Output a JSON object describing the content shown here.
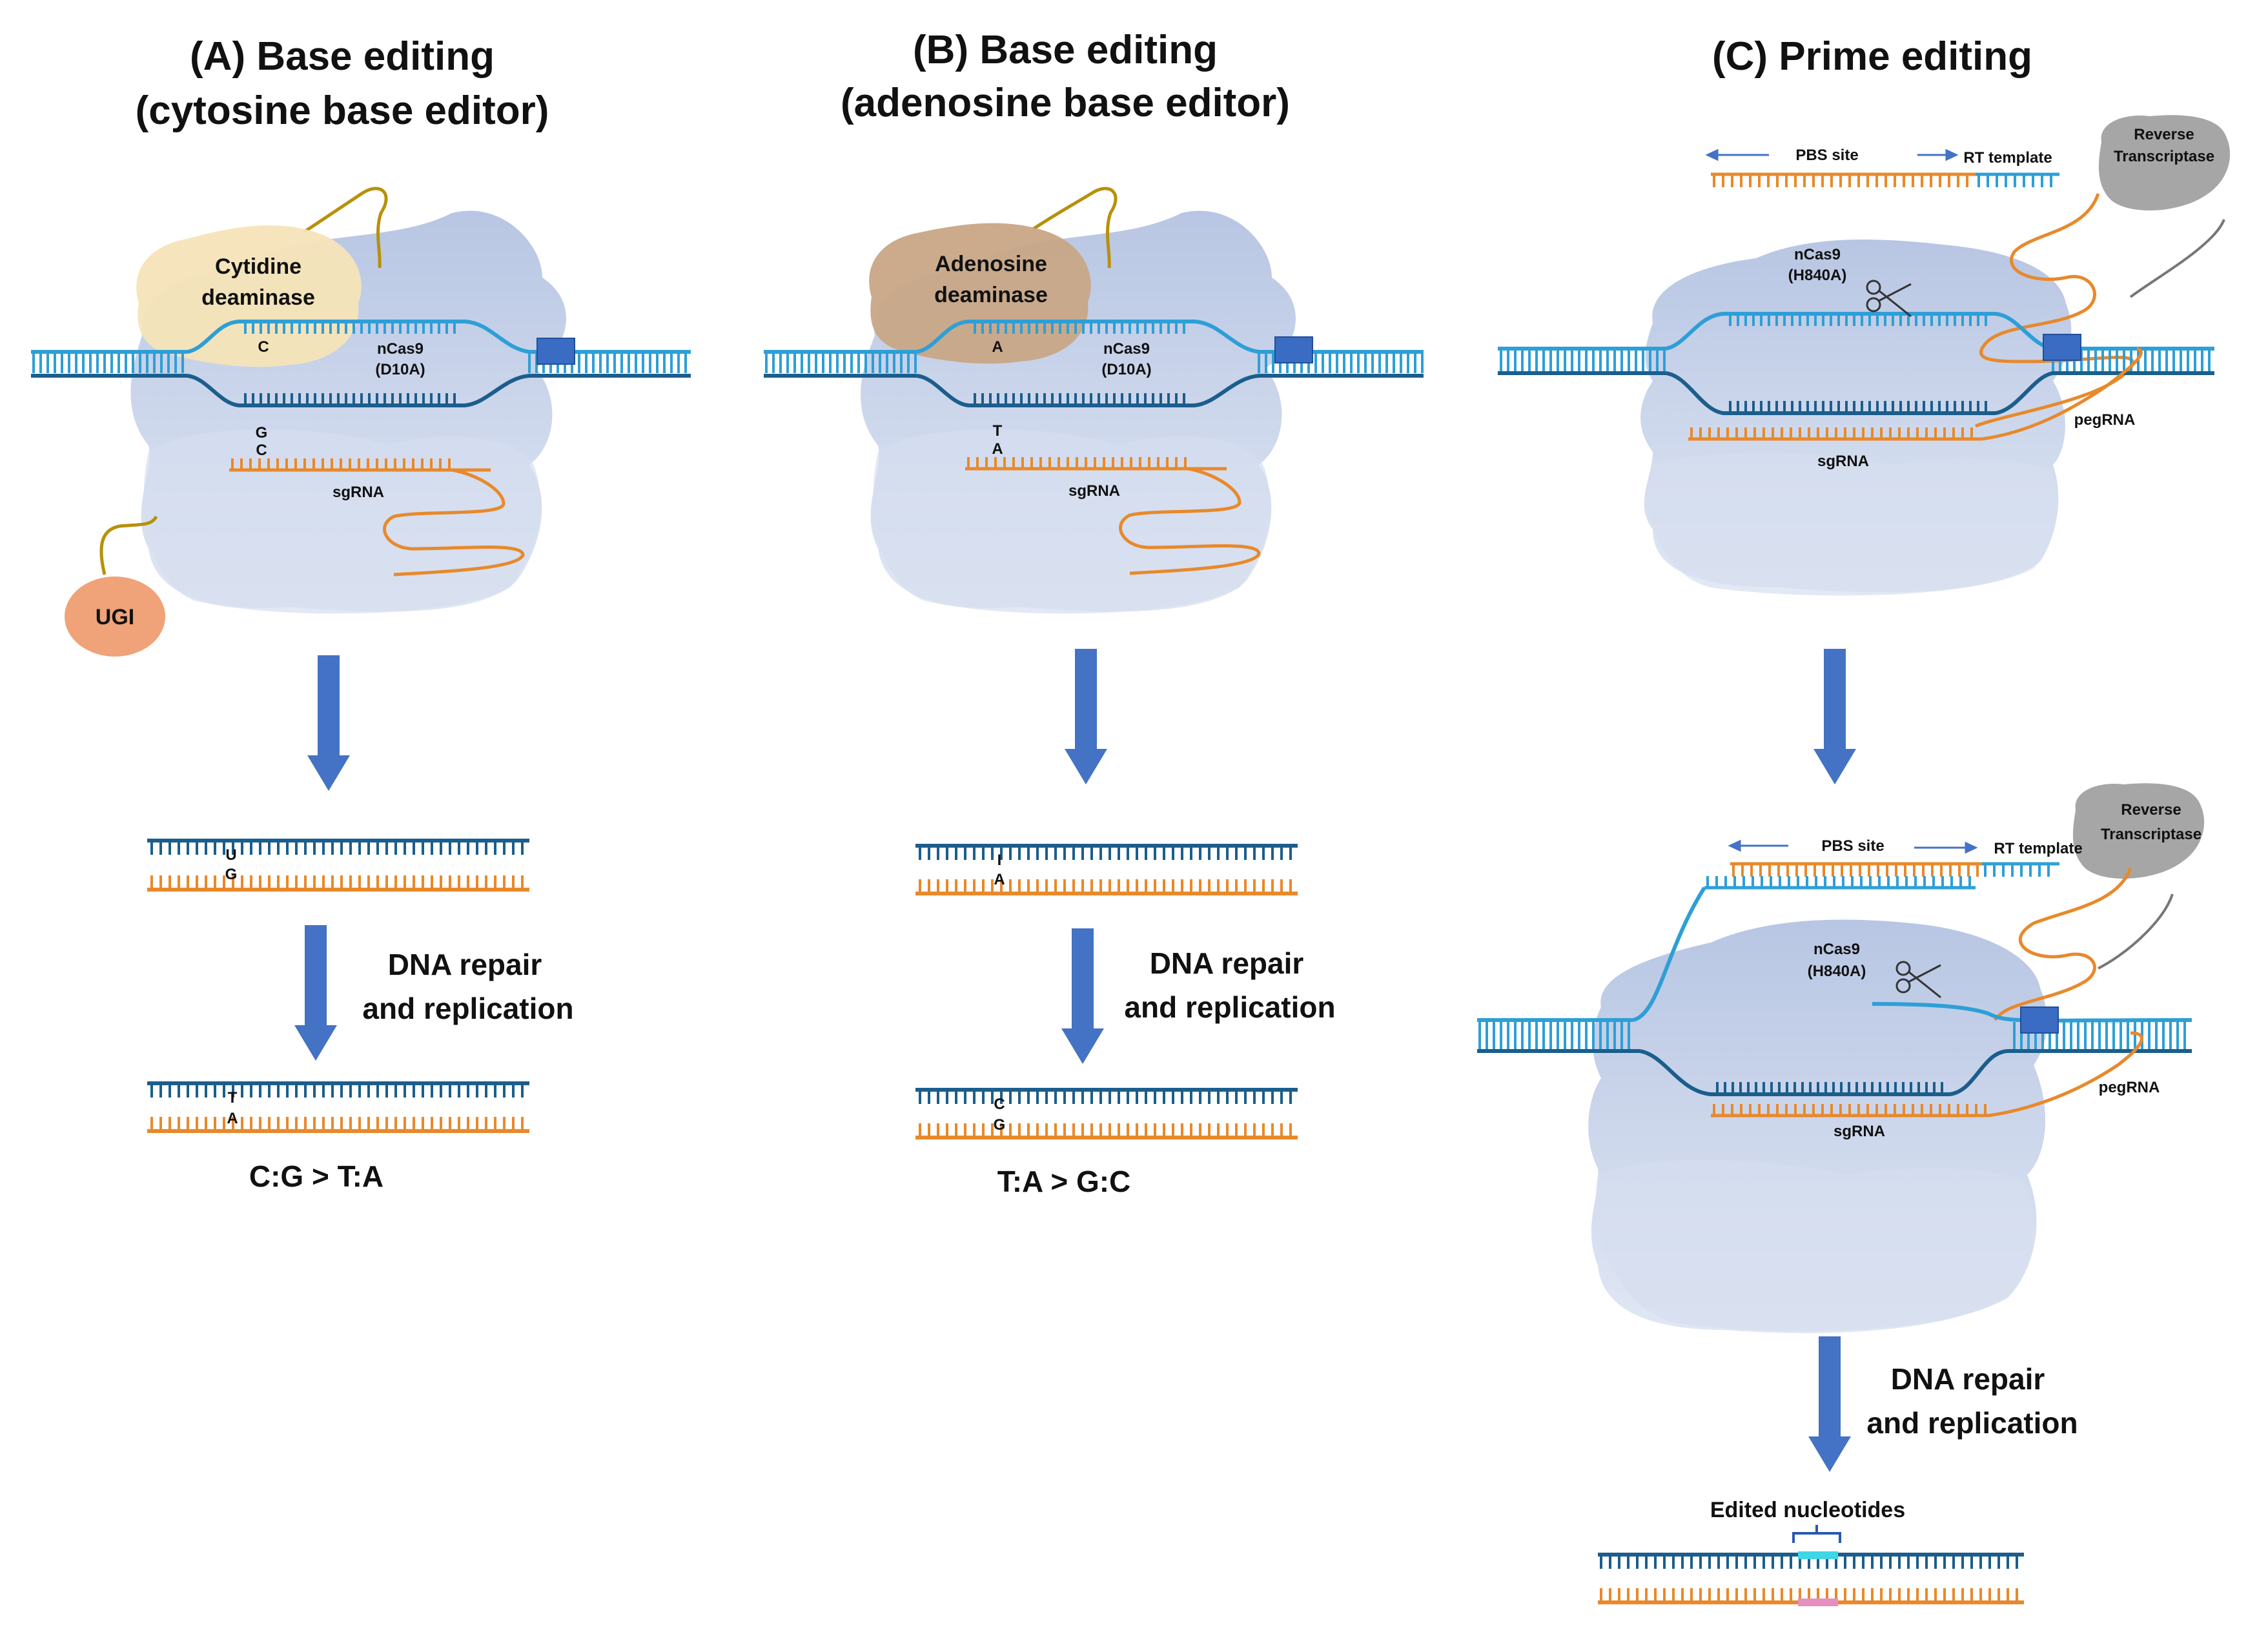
{
  "panels": {
    "a": {
      "title_line1": "(A)  Base editing",
      "title_line2": "(cytosine base editor)",
      "deaminase_line1": "Cytidine",
      "deaminase_line2": "deaminase",
      "edit_base": "C",
      "cas_line1": "nCas9",
      "cas_line2": "(D10A)",
      "pair_top": "G",
      "pair_bottom": "C",
      "guide": "sgRNA",
      "inhibitor": "UGI",
      "intermediate_top": "U",
      "intermediate_bottom": "G",
      "repair_line1": "DNA repair",
      "repair_line2": "and replication",
      "final_top": "T",
      "final_bottom": "A",
      "result": "C:G > T:A"
    },
    "b": {
      "title_line1": "(B) Base editing",
      "title_line2": "(adenosine base editor)",
      "deaminase_line1": "Adenosine",
      "deaminase_line2": "deaminase",
      "edit_base": "A",
      "cas_line1": "nCas9",
      "cas_line2": "(D10A)",
      "pair_top": "T",
      "pair_bottom": "A",
      "guide": "sgRNA",
      "intermediate_top": "I",
      "intermediate_bottom": "A",
      "repair_line1": "DNA repair",
      "repair_line2": "and replication",
      "final_top": "C",
      "final_bottom": "G",
      "result": "T:A > G:C"
    },
    "c": {
      "title": "(C) Prime editing",
      "pbs_site": "PBS site",
      "rt_template": "RT template",
      "rt_line1": "Reverse",
      "rt_line2": "Transcriptase",
      "cas_line1": "nCas9",
      "cas_line2": "(H840A)",
      "pegrna": "pegRNA",
      "guide": "sgRNA",
      "repair_line1": "DNA repair",
      "repair_line2": "and replication",
      "edited": "Edited nucleotides"
    }
  },
  "colors": {
    "dna_light": "#2e9fd6",
    "dna_dark": "#1b5e8c",
    "rna_orange": "#e8892b",
    "protein": "#bccbe6",
    "arrow": "#4472c4",
    "pam": "#3b6cc4",
    "cytidine_deaminase": "#f6e4b8",
    "adenosine_deaminase": "#c8a686",
    "ugi": "#f0a278",
    "reverse_transcriptase": "#a6a6a6",
    "linker": "#b8900a",
    "edited_top": "#3fd6e6",
    "edited_bottom": "#e58fc0"
  }
}
